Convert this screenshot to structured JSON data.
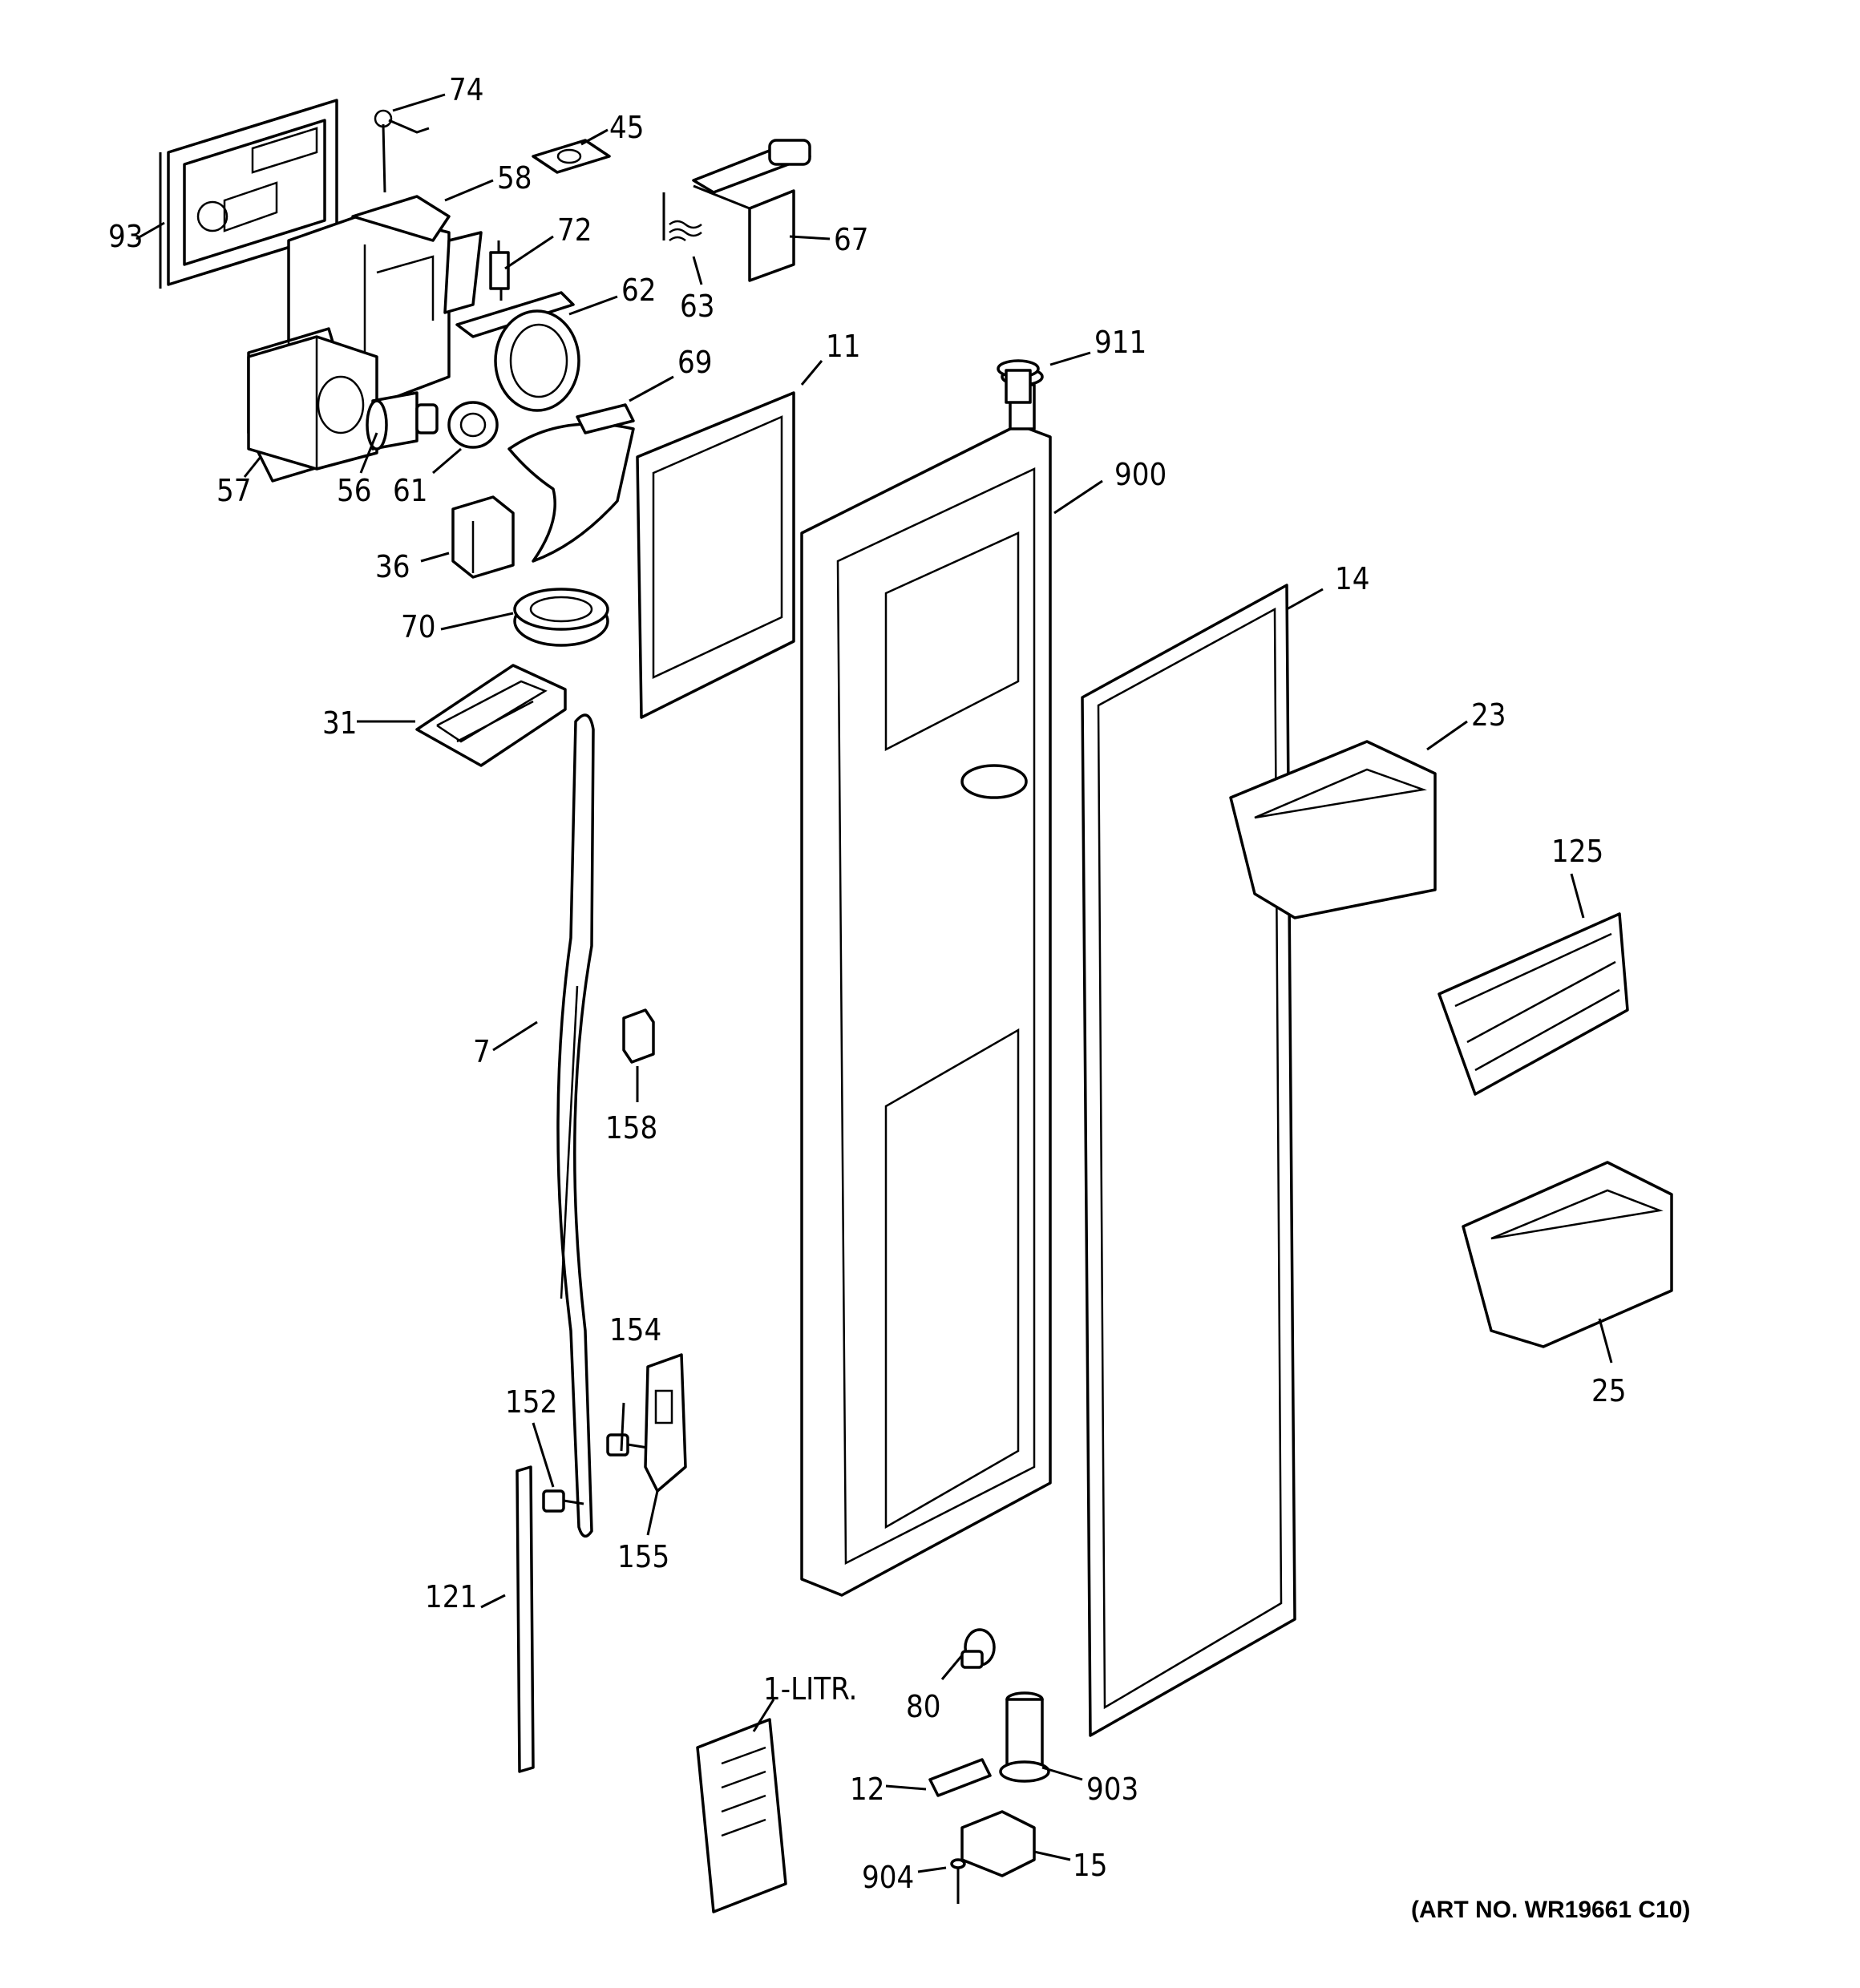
{
  "diagram": {
    "art_number": "(ART NO. WR19661 C10)",
    "callouts": [
      {
        "id": "74",
        "text": "74"
      },
      {
        "id": "45",
        "text": "45"
      },
      {
        "id": "58",
        "text": "58"
      },
      {
        "id": "93",
        "text": "93"
      },
      {
        "id": "72",
        "text": "72"
      },
      {
        "id": "67",
        "text": "67"
      },
      {
        "id": "63",
        "text": "63"
      },
      {
        "id": "62",
        "text": "62"
      },
      {
        "id": "911",
        "text": "911"
      },
      {
        "id": "11",
        "text": "11"
      },
      {
        "id": "69",
        "text": "69"
      },
      {
        "id": "57",
        "text": "57"
      },
      {
        "id": "56",
        "text": "56"
      },
      {
        "id": "61",
        "text": "61"
      },
      {
        "id": "900",
        "text": "900"
      },
      {
        "id": "36",
        "text": "36"
      },
      {
        "id": "14",
        "text": "14"
      },
      {
        "id": "70",
        "text": "70"
      },
      {
        "id": "23",
        "text": "23"
      },
      {
        "id": "31",
        "text": "31"
      },
      {
        "id": "125",
        "text": "125"
      },
      {
        "id": "7",
        "text": "7"
      },
      {
        "id": "158",
        "text": "158"
      },
      {
        "id": "154",
        "text": "154"
      },
      {
        "id": "152",
        "text": "152"
      },
      {
        "id": "25",
        "text": "25"
      },
      {
        "id": "155",
        "text": "155"
      },
      {
        "id": "121",
        "text": "121"
      },
      {
        "id": "1-LITR.",
        "text": "1-LITR."
      },
      {
        "id": "80",
        "text": "80"
      },
      {
        "id": "12",
        "text": "12"
      },
      {
        "id": "903",
        "text": "903"
      },
      {
        "id": "15",
        "text": "15"
      },
      {
        "id": "904",
        "text": "904"
      }
    ]
  }
}
